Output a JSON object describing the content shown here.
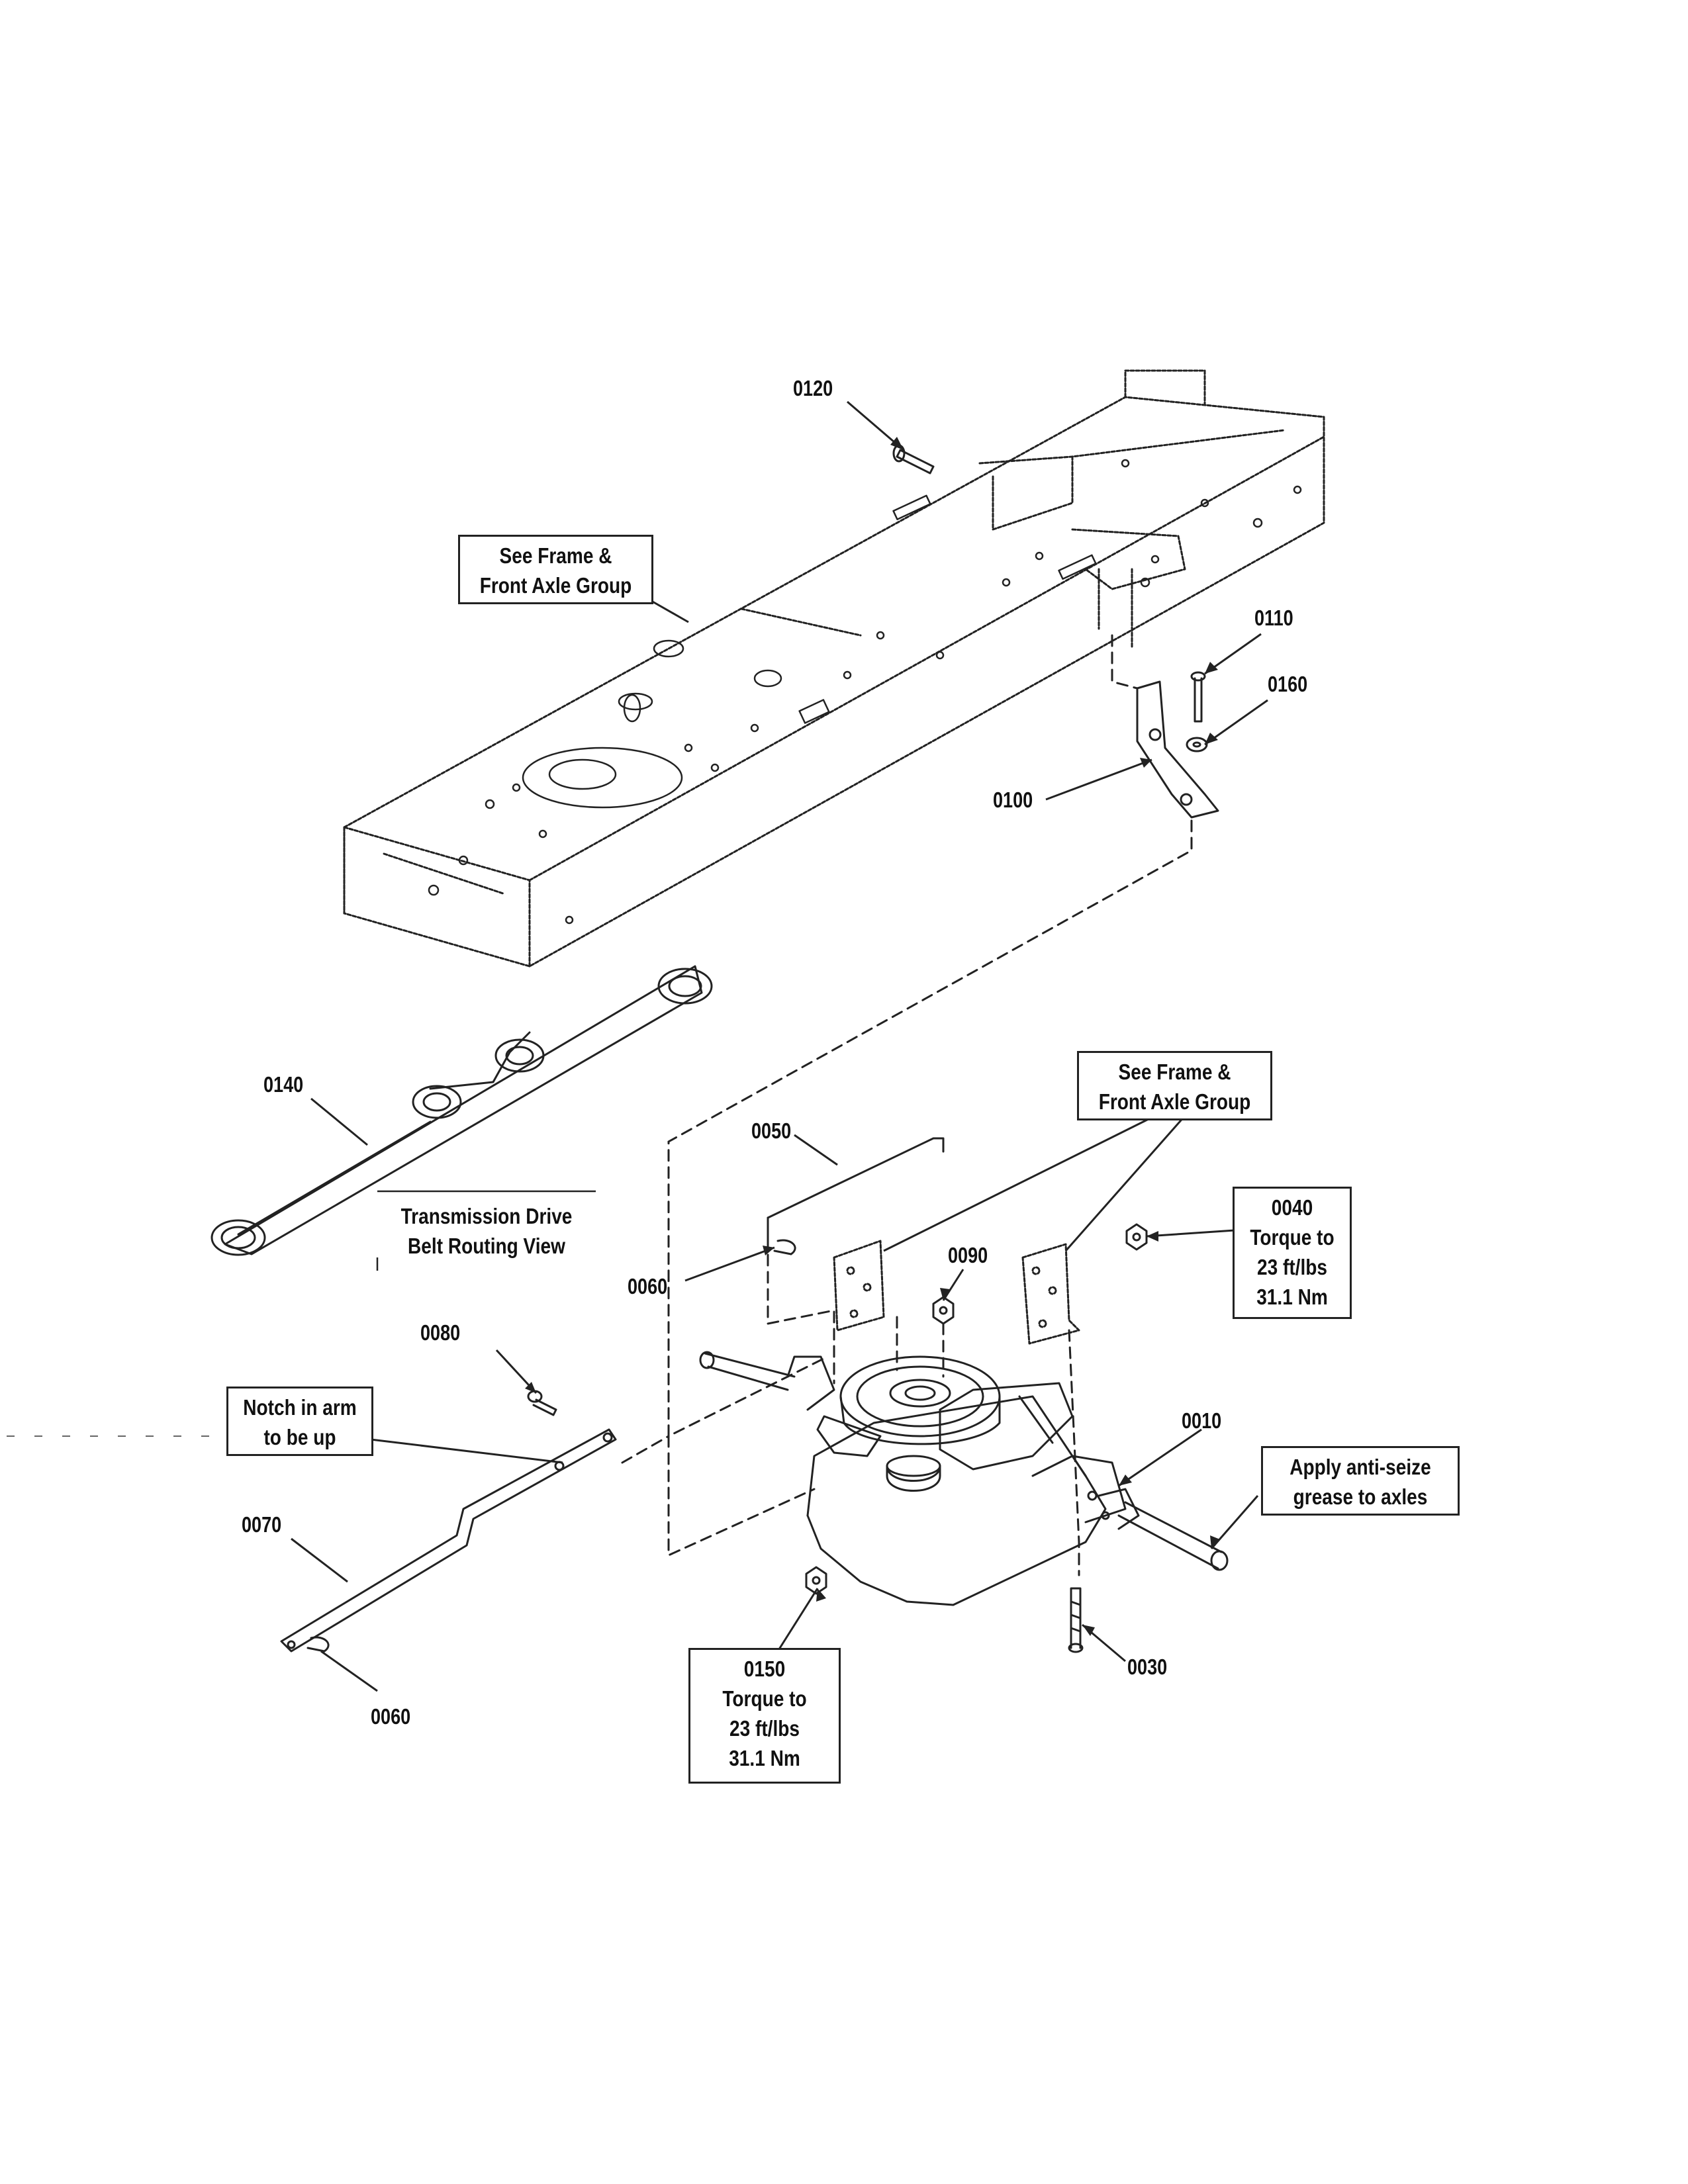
{
  "parts": {
    "p0010": "0010",
    "p0030": "0030",
    "p0040": "0040",
    "p0050": "0050",
    "p0060a": "0060",
    "p0060b": "0060",
    "p0070": "0070",
    "p0080": "0080",
    "p0090": "0090",
    "p0100": "0100",
    "p0110": "0110",
    "p0120": "0120",
    "p0140": "0140",
    "p0150": "0150",
    "p0160": "0160"
  },
  "notes": {
    "frame_top": [
      "See Frame &",
      "Front Axle Group"
    ],
    "frame_mid": [
      "See Frame &",
      "Front Axle Group"
    ],
    "torque_0040": [
      "0040",
      "Torque to",
      "23 ft/lbs",
      "31.1 Nm"
    ],
    "torque_0150": [
      "0150",
      "Torque to",
      "23 ft/lbs",
      "31.1 Nm"
    ],
    "belt_view": [
      "Transmission Drive",
      "Belt Routing View"
    ],
    "notch": [
      "Notch in arm",
      "to be up"
    ],
    "antiseize": [
      "Apply anti-seize",
      "grease to axles"
    ]
  }
}
